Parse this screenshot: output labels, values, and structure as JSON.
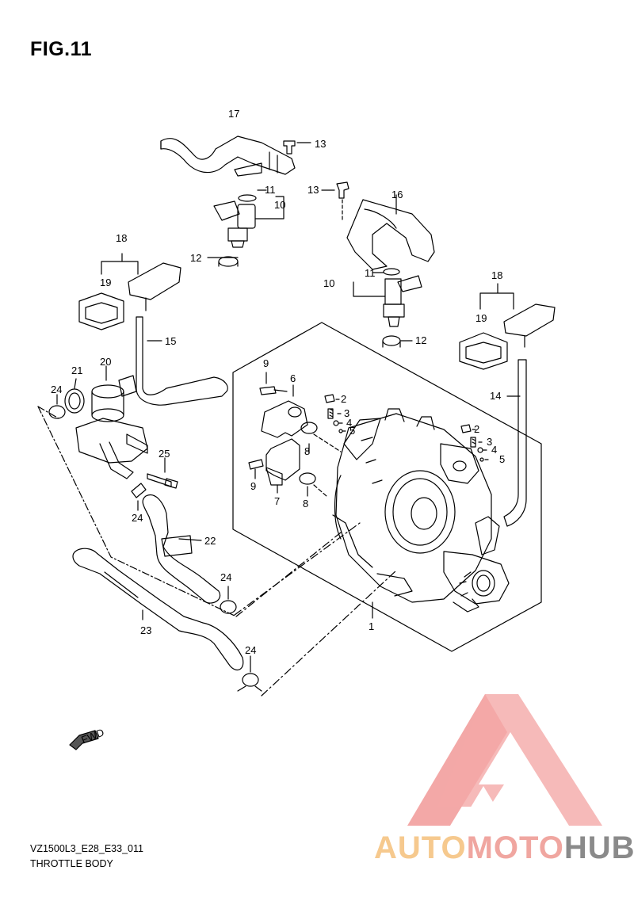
{
  "figure": {
    "title": "FIG.11",
    "code": "VZ1500L3_E28_E33_011",
    "name": "THROTTLE BODY",
    "fwd_label": "FWD"
  },
  "callouts": {
    "c1": "1",
    "c2a": "2",
    "c2b": "2",
    "c3a": "3",
    "c3b": "3",
    "c4a": "4",
    "c4b": "4",
    "c5a": "5",
    "c5b": "5",
    "c6": "6",
    "c7": "7",
    "c8a": "8",
    "c8b": "8",
    "c9a": "9",
    "c9b": "9",
    "c10a": "10",
    "c10b": "10",
    "c11a": "11",
    "c11b": "11",
    "c12a": "12",
    "c12b": "12",
    "c13a": "13",
    "c13b": "13",
    "c14": "14",
    "c15": "15",
    "c16": "16",
    "c17": "17",
    "c18a": "18",
    "c18b": "18",
    "c19a": "19",
    "c19b": "19",
    "c20": "20",
    "c21": "21",
    "c22": "22",
    "c23": "23",
    "c24a": "24",
    "c24b": "24",
    "c24c": "24",
    "c24d": "24",
    "c25": "25"
  },
  "watermark": {
    "part1": "AUTO",
    "part2": "MOTO",
    "part3": "HUB",
    "colors": {
      "auto": "#f6c98e",
      "moto": "#f0a6a0",
      "hub": "#8a8a8a",
      "logo": "#f29a98"
    }
  }
}
